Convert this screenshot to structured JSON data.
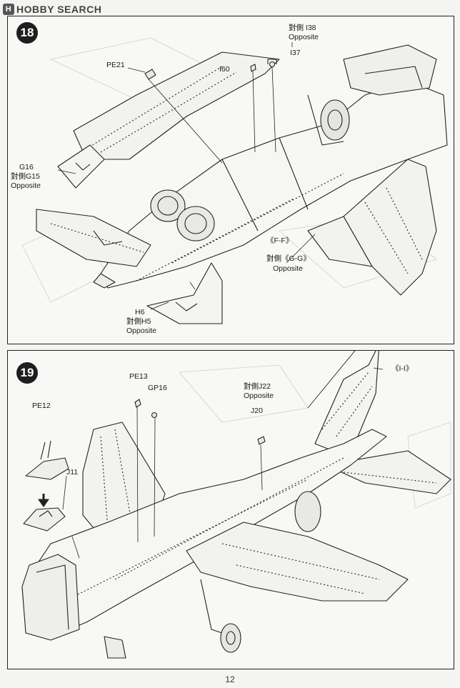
{
  "watermark": {
    "brand": "HOBBY SEARCH"
  },
  "step18": {
    "number": "18",
    "labels": {
      "pe21": "PE21",
      "i60": "I60",
      "i38_jp": "對側 I38",
      "i38_en": "Opposite",
      "i37": "I37",
      "g16": "G16",
      "g15_jp": "對側G15",
      "g15_en": "Opposite",
      "ff": "《F-F》",
      "gg_jp": "對側《G-G》",
      "gg_en": "Opposite",
      "h6": "H6",
      "h5_jp": "對側H5",
      "h5_en": "Opposite"
    }
  },
  "step19": {
    "number": "19",
    "labels": {
      "pe13": "PE13",
      "gp16": "GP16",
      "j22_jp": "對側J22",
      "j22_en": "Opposite",
      "j20": "J20",
      "ii": "《I-I》",
      "pe12": "PE12",
      "j11": "J11"
    }
  },
  "page": {
    "number": "12"
  }
}
